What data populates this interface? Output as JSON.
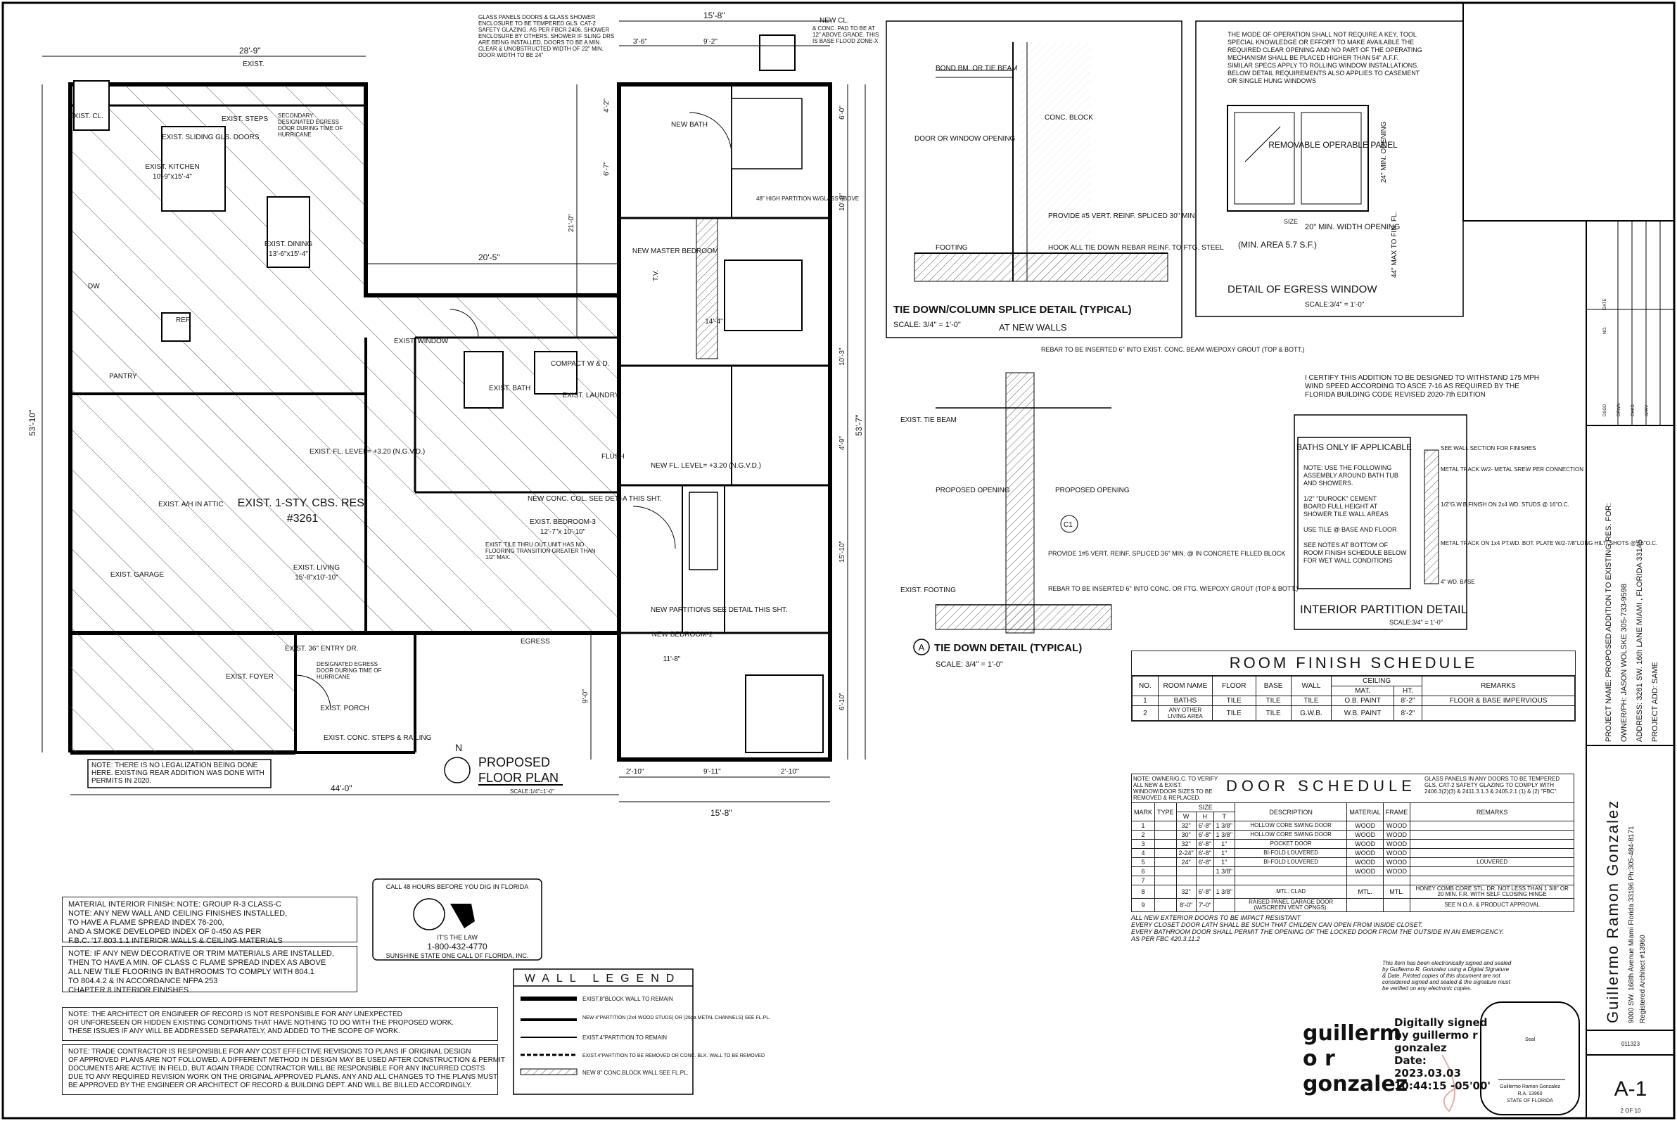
{
  "floor_plan": {
    "title": "PROPOSED FLOOR PLAN",
    "title_line1": "PROPOSED",
    "title_line2": "FLOOR PLAN",
    "scale": "SCALE:1/4\"=1'-0\"",
    "north": "N",
    "existing_residence": "EXIST. 1-STY. CBS. RES.",
    "existing_number": "#3261",
    "dims": {
      "top_left": "28'-9\"",
      "top_exist": "EXIST.",
      "top_right": "15'-8\"",
      "mid_20_5": "20'-5\"",
      "left_53_10": "53'-10\"",
      "right_53_7": "53'-7\"",
      "bottom_44": "44'-0\"",
      "bottom_15_8": "15'-8\"",
      "d_21_0": "21'-0\"",
      "d_10_3": "10'-3\"",
      "d_4_9": "4'-9\"",
      "d_15_10": "15'-10\"",
      "d_6_10": "6'-10\"",
      "d_3_6": "3'-6\"",
      "d_9_2": "9'-2\"",
      "d_2_10a": "2'-10\"",
      "d_9_11": "9'-11\"",
      "d_2_10b": "2'-10\"",
      "d_9_0": "9'-0\"",
      "d_6_7": "6'-7\"",
      "d_4_2": "4'-2\"",
      "d_10_0": "10'-0\"",
      "d_6_0": "6'-0\""
    },
    "rooms": [
      {
        "name": "EXIST. KITCHEN",
        "size": "10'-9\"x15'-4\""
      },
      {
        "name": "EXIST. DINING",
        "size": "13'-6\"x15'-4\""
      },
      {
        "name": "EXIST. LIVING",
        "size": "15'-8\"x10'-10\""
      },
      {
        "name": "EXIST. BEDROOM-3",
        "size": "12'-7\"x 10'-10\""
      },
      {
        "name": "NEW MASTER BEDROOM",
        "size": "14'-4\""
      },
      {
        "name": "NEW BEDROOM-2",
        "size": "11'-8\""
      },
      {
        "name": "NEW BATH",
        "size": ""
      },
      {
        "name": "EXIST. GARAGE",
        "size": ""
      },
      {
        "name": "EXIST. FOYER",
        "size": ""
      },
      {
        "name": "EXIST. PORCH",
        "size": ""
      },
      {
        "name": "EXIST. LAUNDRY",
        "size": ""
      },
      {
        "name": "PANTRY",
        "size": ""
      }
    ],
    "labels": {
      "exist_cl": "EXIST. CL.",
      "exist_steps": "EXIST. STEPS",
      "secondary_egress_1": "SECONDARY DESIGNATED EGRESS DOOR DURING TIME OF HURRICANE",
      "sliding_doors": "EXIST. SLIDING GLS. DOORS",
      "exist_window": "EXIST. WINDOW",
      "exist_fl_level": "EXIST. FL. LEVEL= +3.20 (N.G.V.D.)",
      "new_fl_level": "NEW FL. LEVEL= +3.20 (N.G.V.D.)",
      "compact_wd": "COMPACT W & D.",
      "exist_bath": "EXIST. BATH",
      "ref": "REF.",
      "dw": "DW",
      "exist_attic": "EXIST. A/H IN ATTIC",
      "new_conc_col": "NEW CONC. COL. SEE DET.-A THIS SHT.",
      "tile_thru": "EXIST. TILE THRU OUT UNIT HAS NO FLOORING TRANSITION GREATER THAN 1/2\" MAX.",
      "new_partitions": "NEW PARTITIONS SEE DETAIL THIS SHT.",
      "partition_48": "48\" HIGH PARTITION W/GLASS ABOVE",
      "entry_dr": "EXIST. 36\" ENTRY DR.",
      "designated_egress": "DESIGNATED EGRESS DOOR DURING TIME OF HURRICANE",
      "conc_steps": "EXIST. CONC. STEPS & RAILING",
      "egress": "EGRESS",
      "new_cl": "NEW CL.",
      "conc_pad": "& CONC. PAD TO BE AT 12\" ABOVE GRADE. THIS IS BASE FLOOD ZONE-X",
      "glass_panels": "GLASS PANELS DOORS & GLASS SHOWER ENCLOSURE TO BE TEMPERED GLS. CAT-2 SAFETY GLAZING. AS PER FBCR 2406. SHOWER ENCLOSURE BY OTHERS. SHOWER IF SLING DRS ARE BEING INSTALLED, DOORS TO BE A MIN. CLEAR & UNOBSTRUCTED WIDTH OF 22\" MIN. DOOR WIDTH TO BE 24\"",
      "legalization": "NOTE: THERE IS NO LEGALIZATION BEING DONE HERE. EXISTING REAR ADDITION WAS DONE WITH PERMITS IN 2020.",
      "flush": "FLUSH",
      "tv": "T.V."
    }
  },
  "tie_down_column": {
    "title": "TIE DOWN/COLUMN SPLICE DETAIL (TYPICAL)",
    "scale": "SCALE: 3/4\" = 1'-0\"",
    "at_new_walls": "AT NEW WALLS",
    "labels": [
      "BOND BM. OR TIE BEAM",
      "CONC. BLOCK",
      "DOOR OR WINDOW OPENING",
      "PROVIDE #5 VERT. REINF. SPLICED 30\" MIN.",
      "HOOK ALL TIE DOWN REBAR REINF. TO FTG. STEEL",
      "FOOTING"
    ]
  },
  "tie_down": {
    "mark": "A",
    "title": "TIE DOWN DETAIL (TYPICAL)",
    "scale": "SCALE: 3/4\" = 1'-0\"",
    "labels": [
      "REBAR TO BE INSERTED 6\" INTO EXIST. CONC. BEAM W/EPOXY GROUT (TOP & BOTT.)",
      "EXIST. TIE BEAM",
      "PROPOSED OPENING",
      "PROPOSED OPENING",
      "C1",
      "PROVIDE 1#5 VERT. REINF. SPLICED 36\" MIN. @ IN CONCRETE FILLED BLOCK",
      "EXIST. FOOTING",
      "REBAR TO BE INSERTED 6\" INTO CONC. OR FTG. W/EPOXY GROUT (TOP & BOTT.)"
    ]
  },
  "egress_window": {
    "title": "DETAIL OF EGRESS WINDOW",
    "scale": "SCALE:3/4\" = 1'-0\"",
    "text": [
      "THE MODE OF OPERATION SHALL NOT REQUIRE A KEY, TOOL",
      "SPECIAL KNOWLEDGE OR EFFORT TO MAKE AVAILABLE THE",
      "REQUIRED CLEAR OPENING AND NO PART OF THE OPERATING",
      "MECHANISM SHALL BE PLACED HIGHER THAN 54\" A.F.F.",
      "SIMILAR SPECS APPLY TO ROLLING WINDOW INSTALLATIONS.",
      "BELOW DETAIL REQUIREMENTS ALSO APPLIES TO CASEMENT",
      "OR SINGLE HUNG WINDOWS"
    ],
    "panel": "REMOVABLE OPERABLE PANEL",
    "size": "SIZE",
    "min_width": "20\" MIN. WIDTH OPENING",
    "min_area": "(MIN. AREA 5.7 S.F.)",
    "min_opening": "24\" MIN. OPENING",
    "max_fin": "44\" MAX TO FIN. FL."
  },
  "certify": [
    "I CERTIFY THIS ADDITION TO BE DESIGNED TO WITHSTAND 175 MPH",
    "WIND SPEED ACCORDING TO ASCE 7-16 AS REQUIRED BY THE",
    "FLORIDA BUILDING CODE REVISED 2020-7th EDITION"
  ],
  "partition": {
    "title": "INTERIOR PARTITION DETAIL",
    "scale": "SCALE:3/4\" = 1'-0\"",
    "baths_title": "BATHS ONLY IF APPLICABLE",
    "baths_note": [
      "NOTE: USE THE FOLLOWING",
      "ASSEMBLY AROUND BATH TUB",
      "AND SHOWERS.",
      "",
      "1/2\" \"DUROCK\" CEMENT",
      "BOARD FULL HEIGHT AT",
      "SHOWER TILE WALL AREAS",
      "",
      "USE TILE @ BASE AND FLOOR",
      "",
      "SEE NOTES AT BOTTOM OF",
      "ROOM FINISH SCHEDULE BELOW",
      "FOR WET WALL CONDITIONS"
    ],
    "callouts": [
      "SEE WALL SECTION FOR FINISHES",
      "METAL TRACK W/2- METAL SREW PER CONNECTION",
      "1/2\"G.W.B.FINISH ON 2x4 WD. STUDS @ 16\"O.C.",
      "METAL TRACK ON 1x4 PT.WD. BOT. PLATE W/2-7/8\"LONG HILTI SHOTS @ 16\"O.C.",
      "4\" WD. BASE"
    ]
  },
  "room_finish": {
    "title": "ROOM FINISH SCHEDULE",
    "headers": [
      "NO.",
      "ROOM NAME",
      "FLOOR",
      "BASE",
      "WALL",
      "CEILING",
      "REMARKS"
    ],
    "sub_headers": [
      "MAT.",
      "HT."
    ],
    "rows": [
      [
        "1",
        "BATHS",
        "TILE",
        "TILE",
        "TILE",
        "O.B. PAINT",
        "8'-2\"",
        "FLOOR & BASE IMPERVIOUS"
      ],
      [
        "2",
        "ANY OTHER LIVING AREA",
        "TILE",
        "TILE",
        "G.W.B.",
        "W.B. PAINT",
        "8'-2\"",
        ""
      ]
    ]
  },
  "door_schedule": {
    "title": "DOOR SCHEDULE",
    "owner_note": "NOTE: OWNER/G.C. TO VERIFY ALL NEW & EXIST. WINDOW/DOOR SIZES TO BE REMOVED & REPLACED.",
    "glass_note": "GLASS PANELS IN ANY DOORS TO BE TEMPERED GLS. CAT-2 SAFETY GLAZING TO COMPLY WITH 2406.3(2)(3) & 2411.3.1.3 & 2405.2.1 (1) & (2) \"FBC\"",
    "headers": [
      "MARK",
      "TYPE",
      "SIZE",
      "DESCRIPTION",
      "MATERIAL",
      "FRAME",
      "REMARKS"
    ],
    "size_headers": [
      "W",
      "H",
      "T"
    ],
    "rows": [
      [
        "1",
        "",
        "32\"",
        "6'-8\"",
        "1 3/8\"",
        "HOLLOW CORE SWING DOOR",
        "WOOD",
        "WOOD",
        ""
      ],
      [
        "2",
        "",
        "30\"",
        "6'-8\"",
        "1 3/8\"",
        "HOLLOW CORE SWING DOOR",
        "WOOD",
        "WOOD",
        ""
      ],
      [
        "3",
        "",
        "32\"",
        "6'-8\"",
        "1\"",
        "POCKET DOOR",
        "WOOD",
        "WOOD",
        ""
      ],
      [
        "4",
        "",
        "2-24\"",
        "6'-8\"",
        "1\"",
        "BI-FOLD LOUVERED",
        "WOOD",
        "WOOD",
        ""
      ],
      [
        "5",
        "",
        "24\"",
        "6'-8\"",
        "1\"",
        "BI-FOLD LOUVERED",
        "WOOD",
        "WOOD",
        "LOUVERED"
      ],
      [
        "6",
        "",
        "",
        "",
        "1 3/8\"",
        "",
        "WOOD",
        "WOOD",
        ""
      ],
      [
        "7",
        "",
        "",
        "",
        "",
        "",
        "",
        "",
        ""
      ],
      [
        "8",
        "",
        "32\"",
        "6'-8\"",
        "1 3/8\"",
        "MTL. CLAD",
        "MTL.",
        "MTL.",
        "HONEY COMB CORE STL. DR. NOT LESS THAN 1 3/8\" OR 20 MIN. F.R. WITH SELF CLOSING HINGE"
      ],
      [
        "9",
        "",
        "8'-0\"",
        "7'-0\"",
        "",
        "RAISED PANEL GARAGE DOOR (W/SCREEN VENT OPNGS).",
        "",
        "",
        "SEE N.O.A. & PRODUCT APPROVAL"
      ]
    ],
    "footer": [
      "ALL NEW EXTERIOR DOORS TO BE IMPACT RESISTANT",
      "EVERY CLOSET DOOR LATH SHALL BE SUCH THAT CHILDEN CAN OPEN FROM INSIDE CLOSET.",
      "EVERY BATHROOM DOOR SHALL PERMIT THE OPENING OF THE LOCKED DOOR FROM THE OUTSIDE IN AN EMERGENCY.",
      "AS PER FBC 420.3.11.2"
    ]
  },
  "material_finish": {
    "lines": [
      "MATERIAL INTERIOR FINISH: NOTE: GROUP R-3 CLASS-C",
      "NOTE: ANY NEW WALL AND CEILING FINISHES INSTALLED,",
      "TO HAVE A FLAME SPREAD INDEX 76-200,",
      "AND A SMOKE DEVELOPED INDEX OF 0-450 AS PER",
      "F.B.C. '17 803.1.1 INTERIOR WALLS & CEILING MATERIALS"
    ],
    "lines2": [
      "NOTE: IF ANY NEW DECORATIVE OR TRIM MATERIALS ARE INSTALLED,",
      "THEN TO HAVE A MIN. OF CLASS C FLAME SPREAD INDEX AS ABOVE",
      "ALL NEW TILE FLOORING IN BATHROOMS TO COMPLY WITH 804.1",
      "TO 804.4.2 & IN ACCORDANCE NFPA 253",
      "CHAPTER 8 INTERIOR FINISHES"
    ]
  },
  "architect_note": [
    "NOTE: THE ARCHITECT OR ENGINEER OF RECORD IS NOT RESPONSIBLE FOR ANY UNEXPECTED",
    "OR UNFORESEEN OR HIDDEN EXISTING CONDITIONS THAT HAVE NOTHING TO DO WITH THE PROPOSED WORK.",
    "THESE ISSUES IF ANY WILL BE ADDRESSED SEPARATELY, AND ADDED TO THE SCOPE OF WORK."
  ],
  "trade_note": [
    "NOTE: TRADE CONTRACTOR IS RESPONSIBLE FOR ANY COST EFFECTIVE REVISIONS TO PLANS IF ORIGINAL DESIGN",
    "OF APPROVED PLANS ARE NOT FOLLOWED. A DIFFERENT METHOD IN DESIGN MAY BE USED AFTER CONSTRUCTION & PERMIT",
    "DOCUMENTS ARE ACTIVE IN FIELD, BUT AGAIN TRADE CONTRACTOR WILL BE RESPONSIBLE FOR ANY INCURRED COSTS",
    "DUE TO ANY REQUIRED REVISION WORK ON THE ORIGINAL APPROVED PLANS. ANY AND ALL CHANGES TO THE PLANS MUST",
    "BE APPROVED BY THE ENGINEER OR ARCHITECT OF RECORD & BUILDING DEPT. AND WILL BE BILLED ACCORDINGLY."
  ],
  "sunshine": {
    "call": "CALL 48 HOURS BEFORE YOU DIG IN FLORIDA",
    "law": "IT'S THE LAW",
    "phone": "1-800-432-4770",
    "org": "SUNSHINE STATE ONE CALL OF FLORIDA, INC."
  },
  "wall_legend": {
    "title": "WALL LEGEND",
    "items": [
      "EXIST.8\"BLOCK WALL TO REMAIN",
      "NEW 4\"PARTITION (2x4 WOOD STUDS) OR (26ga METAL CHANNELS) SEE FL.PL.",
      "EXIST.4\"PARTITION TO REMAIN",
      "EXIST.4\"PARTITION TO BE REMOVED OR CONC. BLK. WALL TO BE REMOVED",
      "NEW 8\" CONC.BLOCK WALL SEE FL.PL."
    ]
  },
  "signature": {
    "name_lines": [
      "guillerm",
      "o r",
      "gonzalez"
    ],
    "signed_lines": [
      "Digitally signed",
      "by guillermo r",
      "gonzalez",
      "Date:",
      "2023.03.03",
      "10:44:15 -05'00'"
    ],
    "electronic_note": [
      "This item has been electronically signed and sealed",
      "by Guillermo R. Gonzalez using a Digital Signature",
      "& Date. Printed copies of this document are not",
      "considered signed and sealed & the signature must",
      "be verified on any electronic copies."
    ]
  },
  "seal": {
    "label": "Seal",
    "name": "Guillermo Ramon Gonzalez",
    "license": "R.A. 13960",
    "state": "STATE OF FLORIDA"
  },
  "title_block": {
    "project_name": "PROJECT NAME: PROPOSED ADDITION TO EXISTING RES. FOR:",
    "owner": "OWNER/PH: JASON WOLSKE      305-733-9598",
    "address": "ADDRESS: 3261 SW. 16th LANE MIAMI , FLORIDA 33145",
    "project_add": "PROJECT ADD: SAME",
    "firm": "Guillermo Ramon Gonzalez",
    "firm_address": "9000 SW. 168th Avenue Miami Florida 33196  Ph:305-484-8171",
    "registered": "Registered Architect #13960",
    "rev_headers": [
      "NO.",
      "DATE"
    ],
    "role_headers": [
      "DSGD",
      "DRWN",
      "CHKD",
      "APRV"
    ],
    "job": "011323",
    "sheet": "A-1",
    "sheet_of": "2 OF 10"
  }
}
